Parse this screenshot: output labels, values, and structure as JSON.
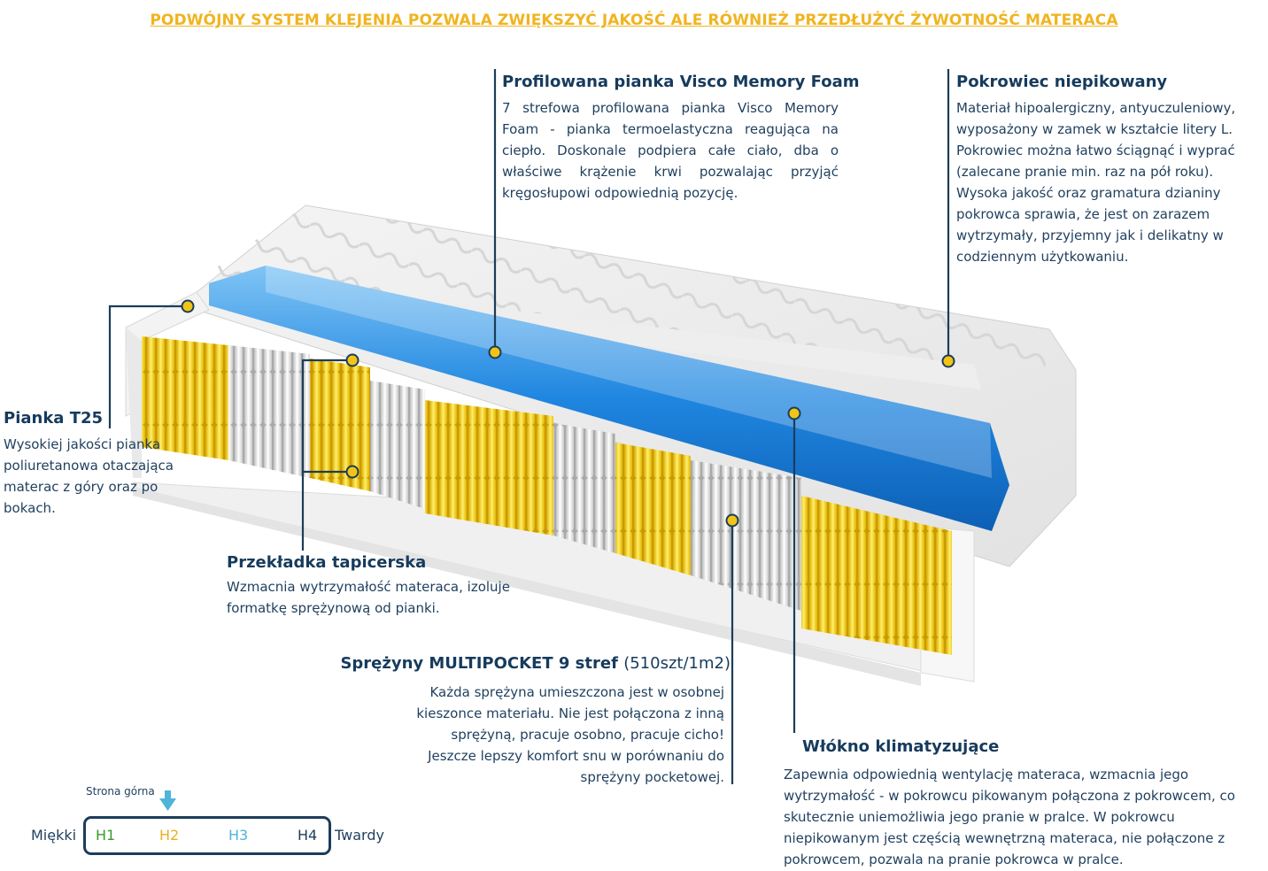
{
  "headline": "PODWÓJNY SYSTEM KLEJENIA POZWALA ZWIĘKSZYĆ JAKOŚĆ ALE RÓWNIEŻ PRZEDŁUŻYĆ ŻYWOTNOŚĆ MATERACA",
  "visco": {
    "title": "Profilowana pianka Visco Memory Foam",
    "text": "7 strefowa profilowana pianka Visco Memory Foam - pianka termoelastyczna reagująca na ciepło. Doskonale podpiera całe ciało, dba o właściwe krążenie krwi pozwalając przyjąć kręgosłupowi odpowiednią pozycję."
  },
  "cover": {
    "title": "Pokrowiec  niepikowany",
    "text": "Materiał hipoalergiczny, antyuczuleniowy, wyposażony w zamek w kształcie litery L. Pokrowiec można łatwo ściągnąć i wyprać (zalecane pranie min.  raz na pół roku). Wysoka jakość oraz gramatura dzianiny pokrowca sprawia, że jest on zarazem wytrzymały, przyjemny jak i delikatny w codziennym użytkowaniu."
  },
  "t25": {
    "title": "Pianka T25",
    "text": "Wysokiej jakości pianka poliuretanowa otaczająca materac z góry oraz po bokach."
  },
  "insulator": {
    "title": "Przekładka tapicerska",
    "text": "Wzmacnia wytrzymałość materaca, izoluje formatkę sprężynową od pianki."
  },
  "springs": {
    "title": "Sprężyny MULTIPOCKET 9 stref",
    "title_suffix": "(510szt/1m2)",
    "text": "Każda sprężyna umieszczona jest w osobnej kieszonce materiału. Nie jest połączona z inną sprężyną, pracuje osobno, pracuje cicho! Jeszcze lepszy komfort snu w porównaniu do sprężyny pocketowej."
  },
  "fiber": {
    "title": "Włókno klimatyzujące",
    "text": "Zapewnia odpowiednią wentylację materaca, wzmacnia jego wytrzymałość - w pokrowcu pikowanym połączona z pokrowcem, co skutecznie uniemożliwia jego pranie w pralce. W pokrowcu niepikowanym jest częścią wewnętrzną materaca, nie połączone z pokrowcem, pozwala na pranie pokrowca w pralce."
  },
  "firmness": {
    "top_label": "Strona górna",
    "soft_label": "Miękki",
    "hard_label": "Twardy",
    "levels": [
      {
        "label": "H1",
        "color": "#3a9a2a"
      },
      {
        "label": "H2",
        "color": "#e8b020"
      },
      {
        "label": "H3",
        "color": "#4fb4d8"
      },
      {
        "label": "H4",
        "color": "#1c3d5a"
      }
    ],
    "selected": "H2"
  },
  "colors": {
    "accent_yellow": "#f2c418",
    "line_navy": "#1c3d5a",
    "foam_blue": "#2d8fe0"
  }
}
